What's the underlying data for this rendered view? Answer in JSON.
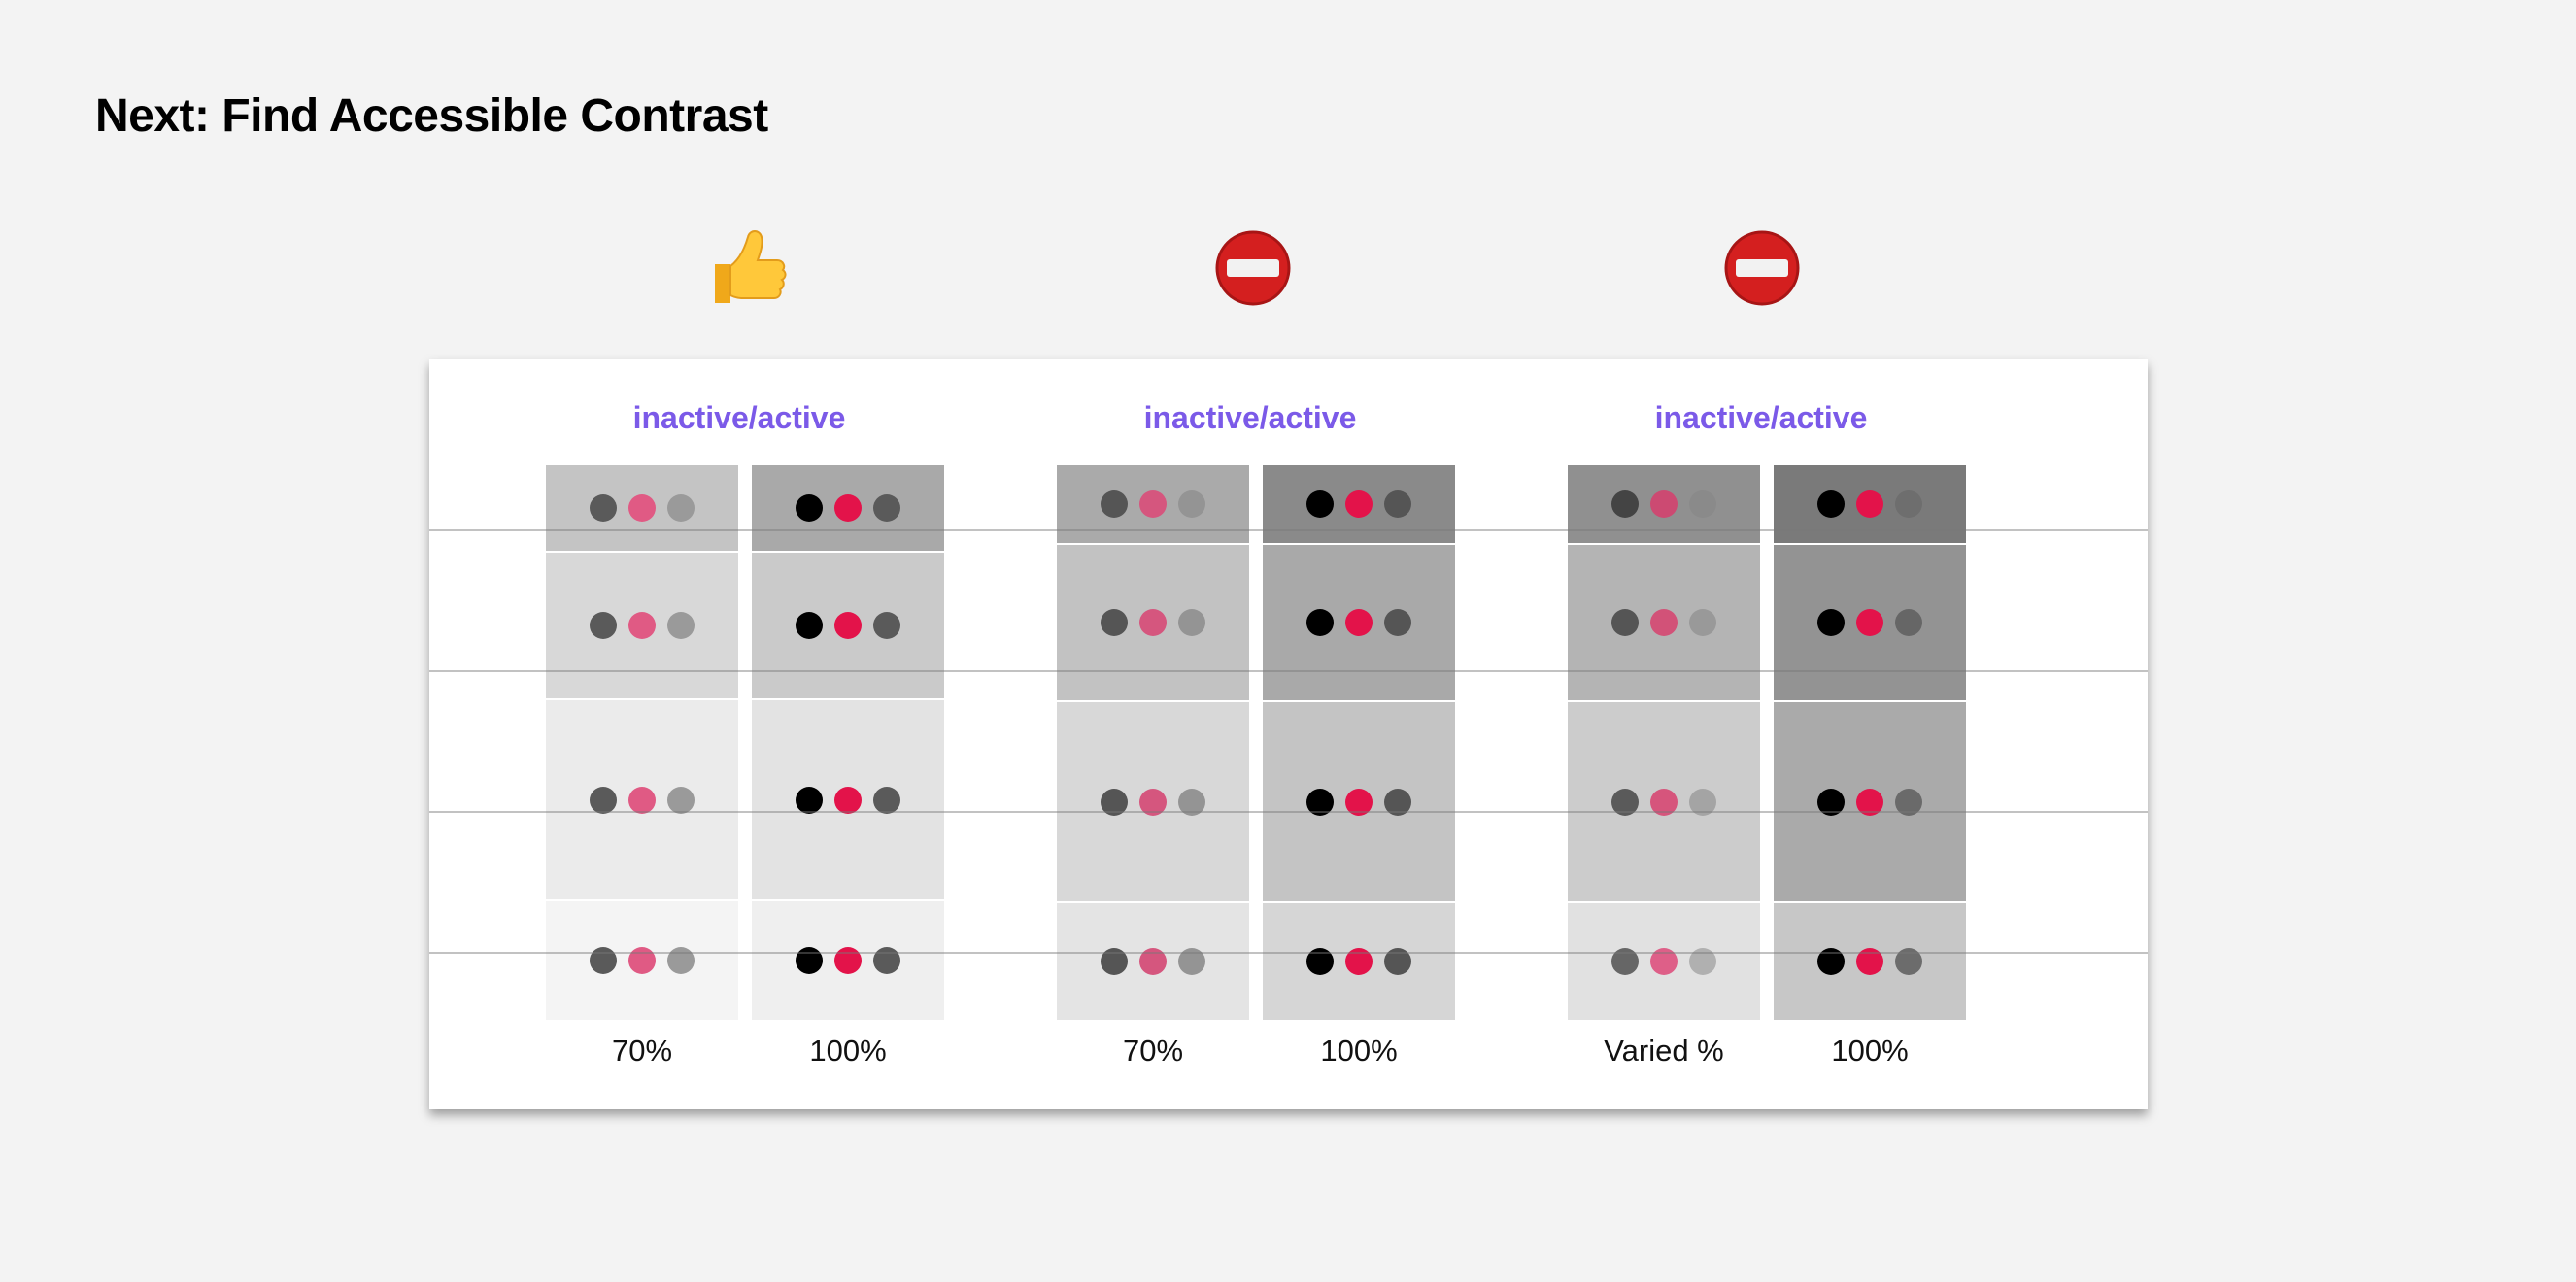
{
  "page_title": "Next: Find Accessible Contrast",
  "status_icons": [
    {
      "icon": "thumbs-up-icon",
      "color": "#f4b400"
    },
    {
      "icon": "no-entry-icon",
      "color": "#d41f1f"
    },
    {
      "icon": "no-entry-icon",
      "color": "#d41f1f"
    }
  ],
  "groups": [
    {
      "header": "inactive/active",
      "columns": [
        {
          "label": "70%",
          "backgrounds": [
            "#c4c4c4",
            "#d8d8d8",
            "#ebebeb",
            "#f4f4f4"
          ],
          "dots": [
            "#5a5a5a",
            "#e05a84",
            "#9a9a9a"
          ]
        },
        {
          "label": "100%",
          "backgrounds": [
            "#a9a9a9",
            "#cacaca",
            "#e3e3e3",
            "#efefef"
          ],
          "dots": [
            "#000000",
            "#e3134a",
            "#5a5a5a"
          ]
        }
      ]
    },
    {
      "header": "inactive/active",
      "columns": [
        {
          "label": "70%",
          "backgrounds": [
            "#aaaaaa",
            "#c2c2c2",
            "#d8d8d8",
            "#e4e4e4"
          ],
          "dots": [
            "#555555",
            "#d5567e",
            "#949494"
          ]
        },
        {
          "label": "100%",
          "backgrounds": [
            "#8a8a8a",
            "#a9a9a9",
            "#c4c4c4",
            "#d6d6d6"
          ],
          "dots": [
            "#000000",
            "#e3134a",
            "#555555"
          ]
        }
      ]
    },
    {
      "header": "inactive/active",
      "columns": [
        {
          "label": "Varied %",
          "backgrounds": [
            "#909090",
            "#b4b4b4",
            "#cccccc",
            "#e1e1e1"
          ],
          "dots": [
            "#444444",
            "#cc4a72",
            "#8a8a8a"
          ],
          "row_dots": [
            [
              "#444444",
              "#cc4a72",
              "#8a8a8a"
            ],
            [
              "#555555",
              "#d25278",
              "#999999"
            ],
            [
              "#5a5a5a",
              "#d6557c",
              "#a4a4a4"
            ],
            [
              "#666666",
              "#de5f88",
              "#b0b0b0"
            ]
          ]
        },
        {
          "label": "100%",
          "backgrounds": [
            "#7a7a7a",
            "#939393",
            "#aaaaaa",
            "#c7c7c7"
          ],
          "dots": [
            "#000000",
            "#e3134a",
            "#5a5a5a"
          ],
          "row_dots": [
            [
              "#000000",
              "#e3134a",
              "#6e6e6e"
            ],
            [
              "#000000",
              "#e3134a",
              "#666666"
            ],
            [
              "#000000",
              "#e3134a",
              "#6a6a6a"
            ],
            [
              "#000000",
              "#e3134a",
              "#6c6c6c"
            ]
          ]
        }
      ]
    }
  ]
}
